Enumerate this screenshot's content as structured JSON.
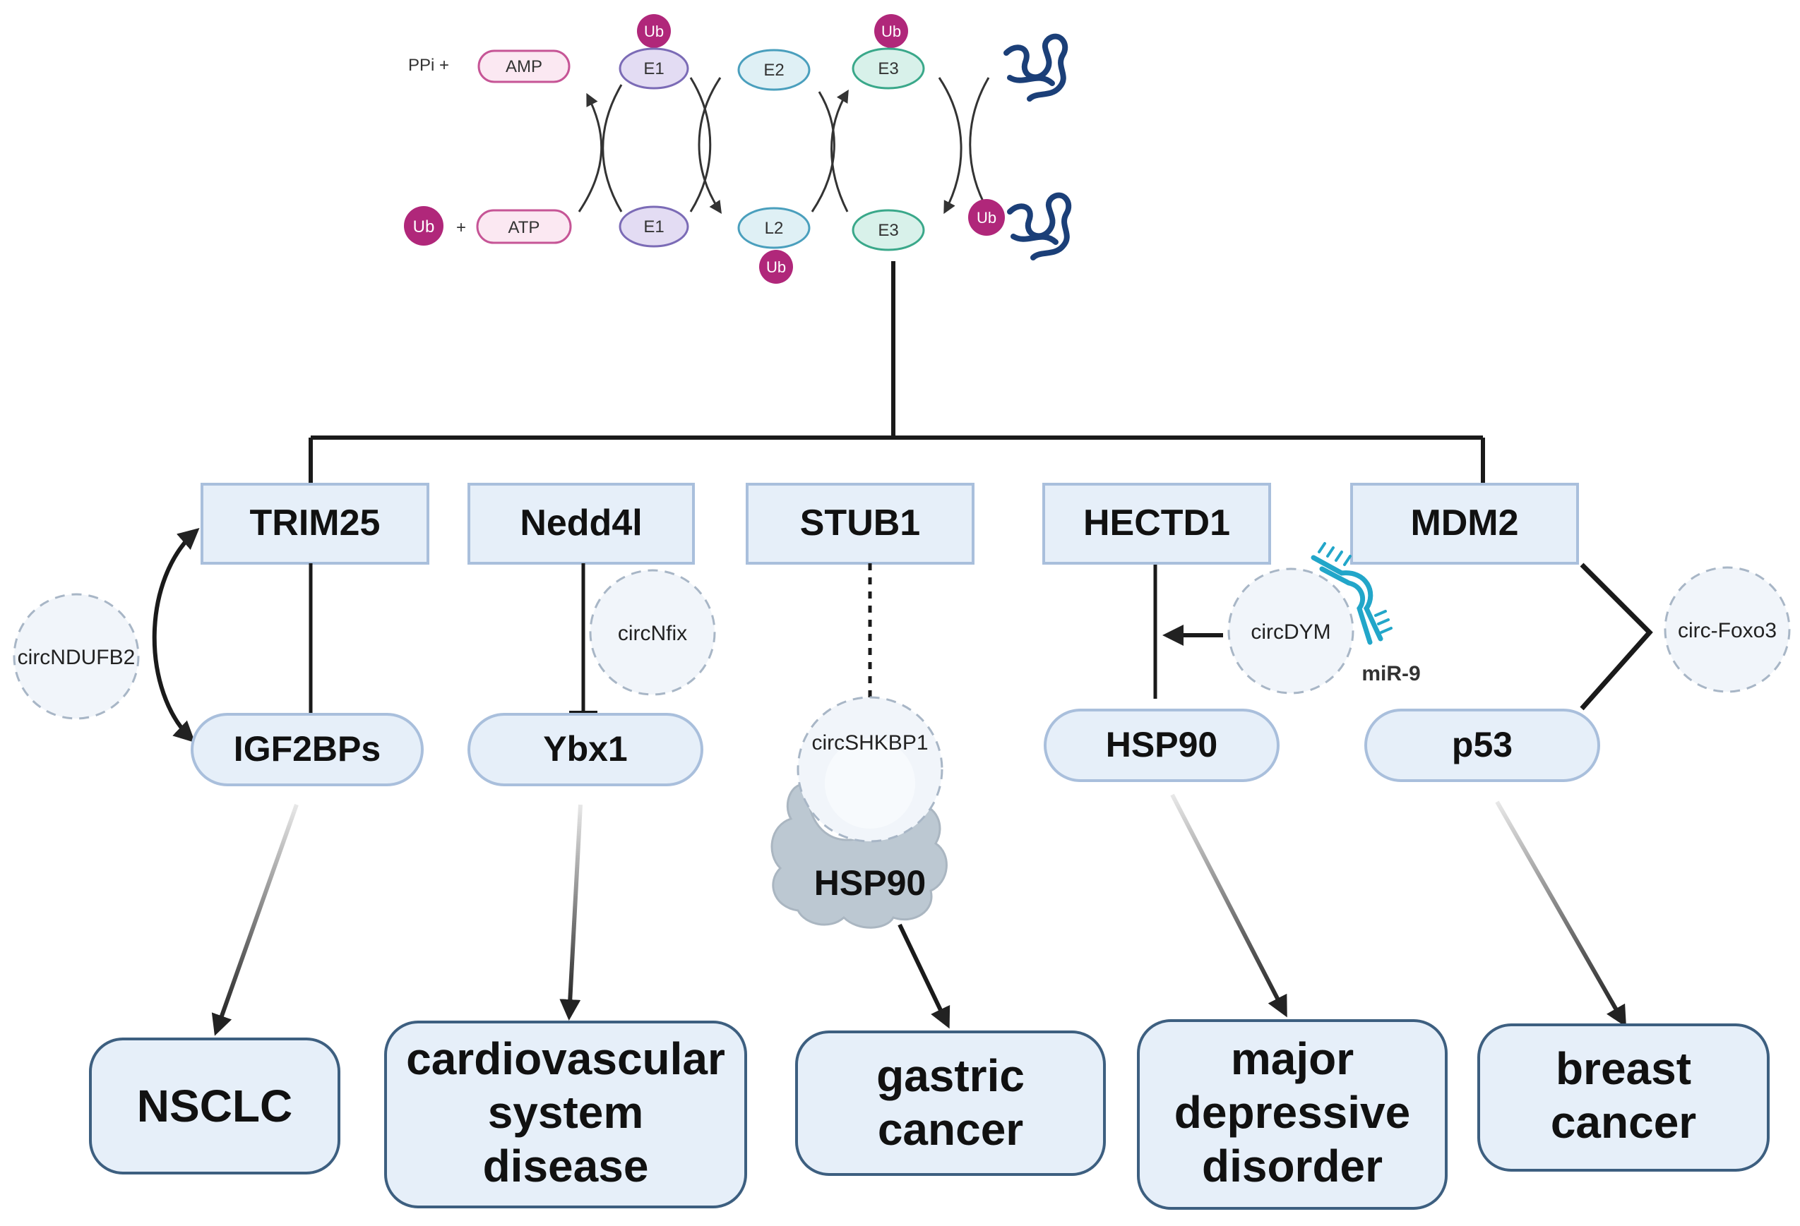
{
  "cycle": {
    "ppi": "PPi +",
    "amp": "AMP",
    "atp": "ATP",
    "plus": "+",
    "ub": "Ub",
    "e1": "E1",
    "e2": "E2",
    "e3": "E3",
    "l2": "L2"
  },
  "e3_ligases": [
    "TRIM25",
    "Nedd4l",
    "STUB1",
    "HECTD1",
    "MDM2"
  ],
  "targets": [
    "IGF2BPs",
    "Ybx1",
    "HSP90",
    "HSP90",
    "p53"
  ],
  "circrnas": {
    "trim25": "circNDUFB2",
    "nedd4l": "circNfix",
    "stub1": "circSHKBP1",
    "hectd1": "circDYM",
    "mir": "miR-9",
    "mdm2": "circ-Foxo3"
  },
  "diseases": [
    [
      "NSCLC"
    ],
    [
      "cardiovascular",
      "system",
      "disease"
    ],
    [
      "gastric",
      "cancer"
    ],
    [
      "major",
      "depressive",
      "disorder"
    ],
    [
      "breast",
      "cancer"
    ]
  ],
  "colors": {
    "box_fill": "#e6eff9",
    "box_stroke": "#a9bfdc",
    "ub": "#b0277a",
    "e1_fill": "#e3dcf3",
    "e2_fill": "#dff0f5",
    "e3_fill": "#d8f1ea",
    "protein": "#1b3f78",
    "mirna": "#22a6c9",
    "hsp90_cloud": "#bcc8d2"
  }
}
